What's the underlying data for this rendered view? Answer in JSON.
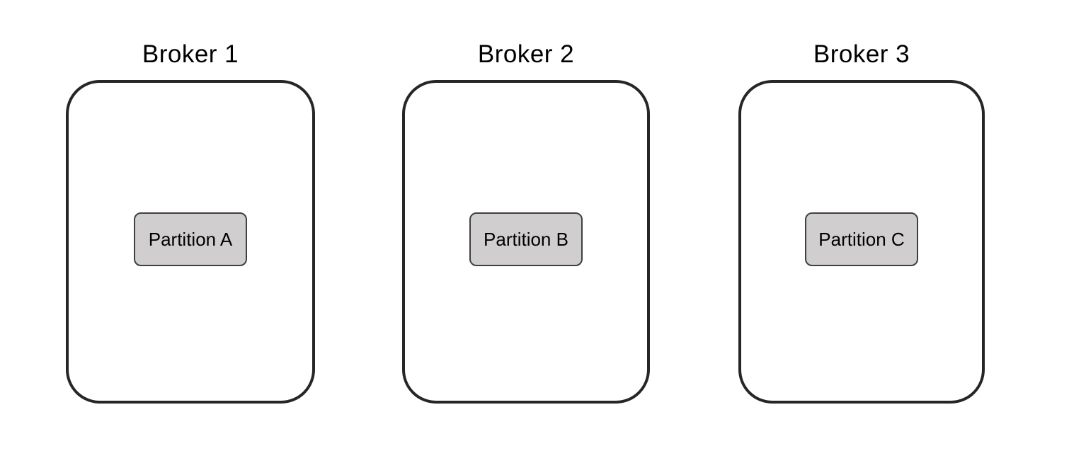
{
  "colors": {
    "background": "#ffffff",
    "text": "#000000",
    "broker_border": "#262626",
    "partition_fill": "#d0cece",
    "partition_border": "#404040"
  },
  "brokers": [
    {
      "label": "Broker 1",
      "partition": "Partition A"
    },
    {
      "label": "Broker 2",
      "partition": "Partition B"
    },
    {
      "label": "Broker 3",
      "partition": "Partition C"
    }
  ]
}
